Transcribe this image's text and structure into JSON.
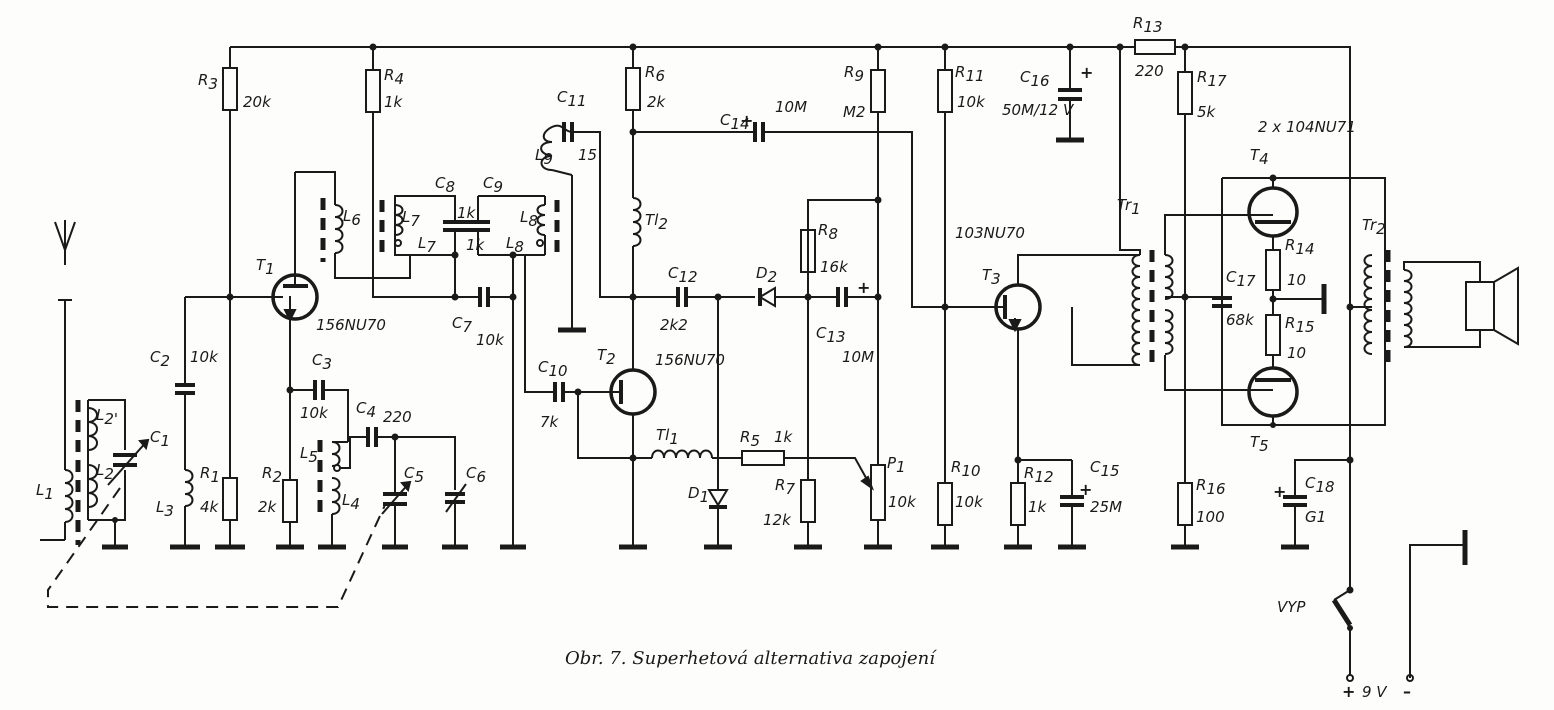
{
  "caption": "Obr. 7. Superhetová alternativa zapojení",
  "components": {
    "R1": {
      "ref": "R",
      "sub": "1",
      "value": "4k"
    },
    "R2": {
      "ref": "R",
      "sub": "2",
      "value": "2k"
    },
    "R3": {
      "ref": "R",
      "sub": "3",
      "value": "20k"
    },
    "R4": {
      "ref": "R",
      "sub": "4",
      "value": "1k"
    },
    "R5": {
      "ref": "R",
      "sub": "5",
      "value": "1k"
    },
    "R6": {
      "ref": "R",
      "sub": "6",
      "value": "2k"
    },
    "R7": {
      "ref": "R",
      "sub": "7",
      "value": "12k"
    },
    "R8": {
      "ref": "R",
      "sub": "8",
      "value": "16k"
    },
    "R9": {
      "ref": "R",
      "sub": "9",
      "value": "M2"
    },
    "R10": {
      "ref": "R",
      "sub": "10",
      "value": "10k"
    },
    "R11": {
      "ref": "R",
      "sub": "11",
      "value": "10k"
    },
    "R12": {
      "ref": "R",
      "sub": "12",
      "value": "1k"
    },
    "R13": {
      "ref": "R",
      "sub": "13",
      "value": "220"
    },
    "R14": {
      "ref": "R",
      "sub": "14",
      "value": "10"
    },
    "R15": {
      "ref": "R",
      "sub": "15",
      "value": "10"
    },
    "R16": {
      "ref": "R",
      "sub": "16",
      "value": "100"
    },
    "R17": {
      "ref": "R",
      "sub": "17",
      "value": "5k"
    },
    "C1": {
      "ref": "C",
      "sub": "1",
      "value": ""
    },
    "C2": {
      "ref": "C",
      "sub": "2",
      "value": "10k"
    },
    "C3": {
      "ref": "C",
      "sub": "3",
      "value": "10k"
    },
    "C4": {
      "ref": "C",
      "sub": "4",
      "value": "220"
    },
    "C5": {
      "ref": "C",
      "sub": "5",
      "value": ""
    },
    "C6": {
      "ref": "C",
      "sub": "6",
      "value": ""
    },
    "C7": {
      "ref": "C",
      "sub": "7",
      "value": "10k"
    },
    "C8": {
      "ref": "C",
      "sub": "8",
      "value": "1k"
    },
    "C9": {
      "ref": "C",
      "sub": "9",
      "value": "1k"
    },
    "C10": {
      "ref": "C",
      "sub": "10",
      "value": "7k"
    },
    "C11": {
      "ref": "C",
      "sub": "11",
      "value": "15"
    },
    "C12": {
      "ref": "C",
      "sub": "12",
      "value": "2k2"
    },
    "C13": {
      "ref": "C",
      "sub": "13",
      "value": "10M"
    },
    "C14": {
      "ref": "C",
      "sub": "14",
      "value": "10M"
    },
    "C15": {
      "ref": "C",
      "sub": "15",
      "value": "25M"
    },
    "C16": {
      "ref": "C",
      "sub": "16",
      "value": "50M/12 V"
    },
    "C17": {
      "ref": "C",
      "sub": "17",
      "value": "68k"
    },
    "C18": {
      "ref": "C",
      "sub": "18",
      "value": "G1"
    },
    "L1": {
      "ref": "L",
      "sub": "1"
    },
    "L2": {
      "ref": "L",
      "sub": "2"
    },
    "L2p": {
      "ref": "L",
      "sub": "2'"
    },
    "L3": {
      "ref": "L",
      "sub": "3"
    },
    "L4": {
      "ref": "L",
      "sub": "4"
    },
    "L5": {
      "ref": "L",
      "sub": "5"
    },
    "L6": {
      "ref": "L",
      "sub": "6"
    },
    "L7a": {
      "ref": "L",
      "sub": "7"
    },
    "L7b": {
      "ref": "L",
      "sub": "7"
    },
    "L8a": {
      "ref": "L",
      "sub": "8"
    },
    "L8b": {
      "ref": "L",
      "sub": "8"
    },
    "L9": {
      "ref": "L",
      "sub": "9"
    },
    "Tl1": {
      "ref": "Tl",
      "sub": "1"
    },
    "Tl2": {
      "ref": "Tl",
      "sub": "2"
    },
    "D1": {
      "ref": "D",
      "sub": "1"
    },
    "D2": {
      "ref": "D",
      "sub": "2"
    },
    "P1": {
      "ref": "P",
      "sub": "1",
      "value": "10k"
    },
    "T1": {
      "ref": "T",
      "sub": "1",
      "type": "156NU70"
    },
    "T2": {
      "ref": "T",
      "sub": "2",
      "type": "156NU70"
    },
    "T3": {
      "ref": "T",
      "sub": "3",
      "type": "103NU70"
    },
    "T4": {
      "ref": "T",
      "sub": "4"
    },
    "T5": {
      "ref": "T",
      "sub": "5"
    },
    "Tr1": {
      "ref": "Tr",
      "sub": "1"
    },
    "Tr2": {
      "ref": "Tr",
      "sub": "2"
    }
  },
  "output_pair_type": "2 x 104NU71",
  "switch_label": "VYP",
  "supply": {
    "plus": "+",
    "voltage": "9 V",
    "minus": "–"
  },
  "polarity_plus": "+"
}
